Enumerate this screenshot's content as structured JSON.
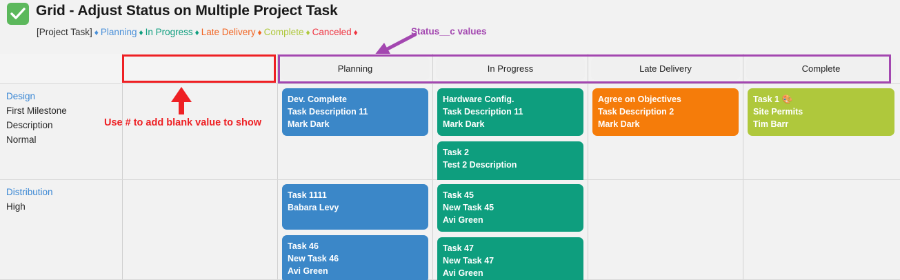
{
  "header": {
    "check_icon": "check-icon",
    "title": "Grid - Adjust Status on Multiple Project Task",
    "subtitle": {
      "object": "[Project Task]",
      "diamond": "♦",
      "statuses": [
        {
          "label": "Planning",
          "color": "#4a90d9"
        },
        {
          "label": "In Progress",
          "color": "#0e9e7e"
        },
        {
          "label": "Late Delivery",
          "color": "#f26522"
        },
        {
          "label": "Complete",
          "color": "#afc83c"
        },
        {
          "label": "Canceled",
          "color": "#ef3340"
        }
      ]
    }
  },
  "annotations": {
    "status_values": {
      "text": "Status__c values",
      "color": "#a347b0",
      "arrow": "arrow-down-left"
    },
    "blank_value": {
      "text": "Use # to add blank value to show",
      "color": "#ee2024",
      "arrow": "arrow-up"
    }
  },
  "grid": {
    "label_column_header": "",
    "blank_column_header": "",
    "columns": [
      {
        "label": "Planning"
      },
      {
        "label": "In Progress"
      },
      {
        "label": "Late Delivery"
      },
      {
        "label": "Complete"
      }
    ],
    "rows": [
      {
        "name": "Design",
        "description": "First Milestone Description",
        "priority": "Normal",
        "blank_cards": [],
        "cells": [
          {
            "cards": [
              {
                "color": "#3b87c8",
                "lines": [
                  "Dev. Complete",
                  "Task Description 11",
                  "Mark Dark"
                ]
              }
            ]
          },
          {
            "cards": [
              {
                "color": "#0e9e7e",
                "lines": [
                  "Hardware Config.",
                  "Task Description 11",
                  "Mark Dark"
                ]
              },
              {
                "color": "#0e9e7e",
                "lines": [
                  "Task 2",
                  "Test 2 Description"
                ],
                "tall": true
              }
            ]
          },
          {
            "cards": [
              {
                "color": "#f57c0a",
                "lines": [
                  "Agree on Objectives",
                  "Task Description 2",
                  "Mark Dark"
                ]
              }
            ]
          },
          {
            "cards": [
              {
                "color": "#afc83c",
                "lines": [
                  "Task 1 🎨",
                  "Site Permits",
                  "Tim Barr"
                ]
              }
            ]
          }
        ]
      },
      {
        "name": "Distribution",
        "description": "",
        "priority": "High",
        "blank_cards": [],
        "cells": [
          {
            "cards": [
              {
                "color": "#3b87c8",
                "lines": [
                  "Task 1111",
                  "Babara Levy"
                ],
                "tall": true
              },
              {
                "color": "#3b87c8",
                "lines": [
                  "Task 46",
                  "New Task 46",
                  "Avi Green"
                ]
              }
            ]
          },
          {
            "cards": [
              {
                "color": "#0e9e7e",
                "lines": [
                  "Task 45",
                  "New Task 45",
                  "Avi Green"
                ]
              },
              {
                "color": "#0e9e7e",
                "lines": [
                  "Task 47",
                  "New Task 47",
                  "Avi Green"
                ]
              }
            ]
          },
          {
            "cards": []
          },
          {
            "cards": []
          }
        ]
      }
    ]
  }
}
